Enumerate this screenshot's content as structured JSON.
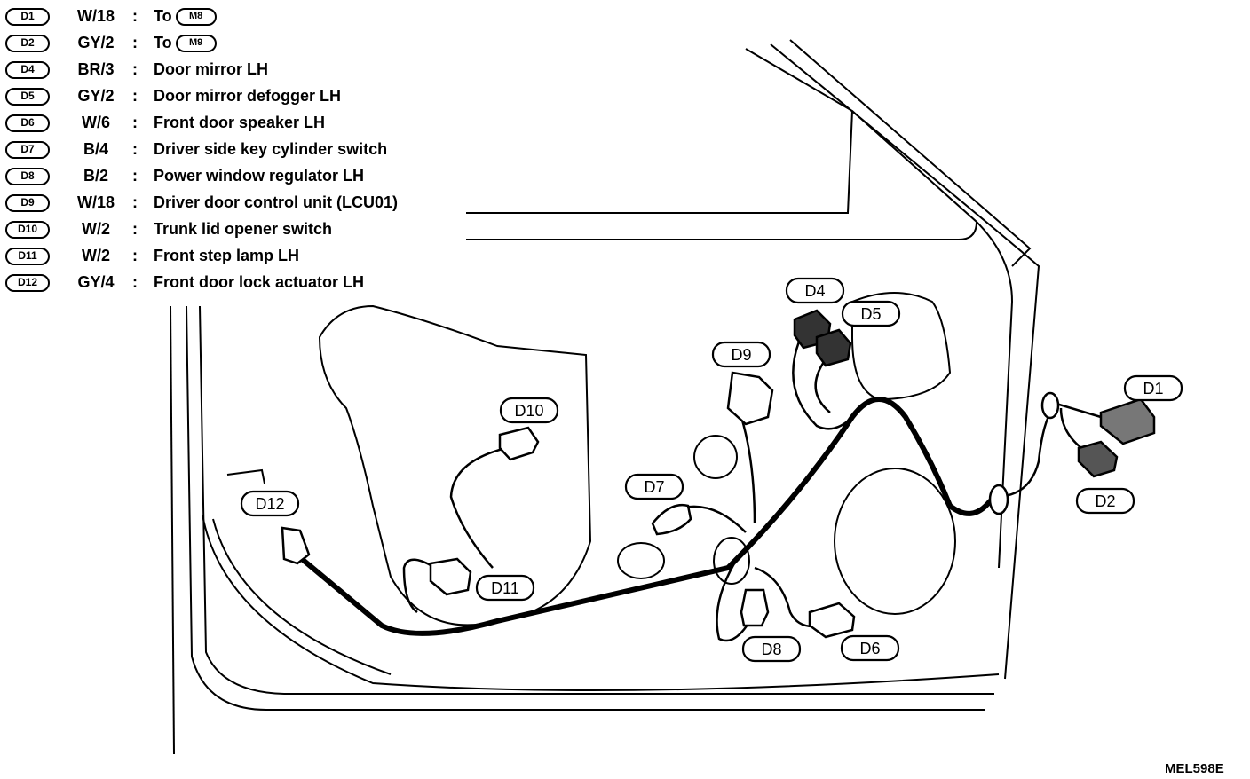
{
  "legend": [
    {
      "id": "D1",
      "color": "W/18",
      "desc": "To",
      "to": "M8"
    },
    {
      "id": "D2",
      "color": "GY/2",
      "desc": "To",
      "to": "M9"
    },
    {
      "id": "D4",
      "color": "BR/3",
      "desc": "Door mirror LH"
    },
    {
      "id": "D5",
      "color": "GY/2",
      "desc": "Door mirror defogger LH"
    },
    {
      "id": "D6",
      "color": "W/6",
      "desc": "Front door speaker LH"
    },
    {
      "id": "D7",
      "color": "B/4",
      "desc": "Driver side key cylinder switch"
    },
    {
      "id": "D8",
      "color": "B/2",
      "desc": "Power window regulator LH"
    },
    {
      "id": "D9",
      "color": "W/18",
      "desc": "Driver door control unit (LCU01)"
    },
    {
      "id": "D10",
      "color": "W/2",
      "desc": "Trunk lid opener switch"
    },
    {
      "id": "D11",
      "color": "W/2",
      "desc": "Front step lamp LH"
    },
    {
      "id": "D12",
      "color": "GY/4",
      "desc": "Front door lock actuator LH"
    }
  ],
  "separator": ":",
  "callouts": {
    "d1": "D1",
    "d2": "D2",
    "d4": "D4",
    "d5": "D5",
    "d6": "D6",
    "d7": "D7",
    "d8": "D8",
    "d9": "D9",
    "d10": "D10",
    "d11": "D11",
    "d12": "D12"
  },
  "figure_code": "MEL598E"
}
